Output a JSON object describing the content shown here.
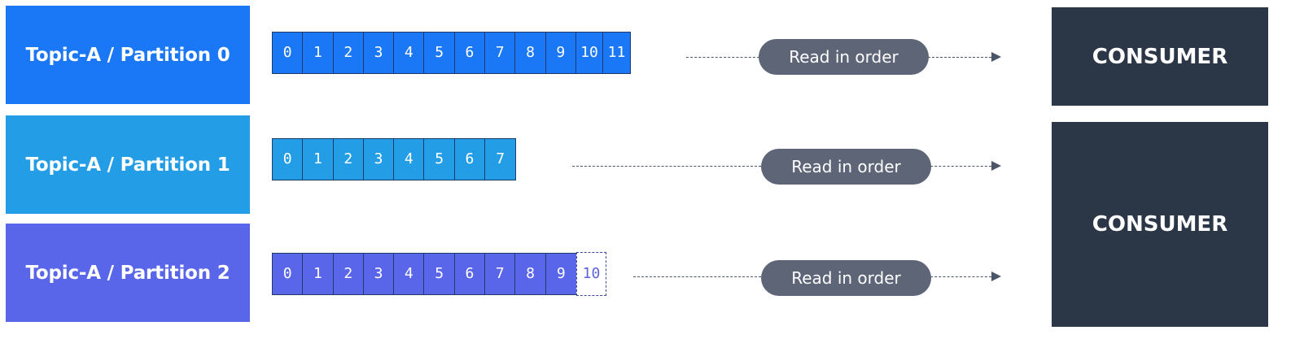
{
  "partitions": [
    {
      "label": "Topic-A / Partition 0",
      "color": "#1a77f6",
      "offsets": [
        "0",
        "1",
        "2",
        "3",
        "4",
        "5",
        "6",
        "7",
        "8",
        "9",
        "10",
        "11"
      ],
      "pending": null,
      "read_label": "Read in order"
    },
    {
      "label": "Topic-A / Partition 1",
      "color": "#239de6",
      "offsets": [
        "0",
        "1",
        "2",
        "3",
        "4",
        "5",
        "6",
        "7"
      ],
      "pending": null,
      "read_label": "Read in order"
    },
    {
      "label": "Topic-A / Partition 2",
      "color": "#5a66ea",
      "offsets": [
        "0",
        "1",
        "2",
        "3",
        "4",
        "5",
        "6",
        "7",
        "8",
        "9"
      ],
      "pending": "10",
      "read_label": "Read in order"
    }
  ],
  "consumers": [
    {
      "label": "CONSUMER"
    },
    {
      "label": "CONSUMER"
    }
  ],
  "colors": {
    "consumer": "#2b3646",
    "pill": "#5d6577",
    "arrow": "#4a5568",
    "log_border": "#1f3a66"
  }
}
